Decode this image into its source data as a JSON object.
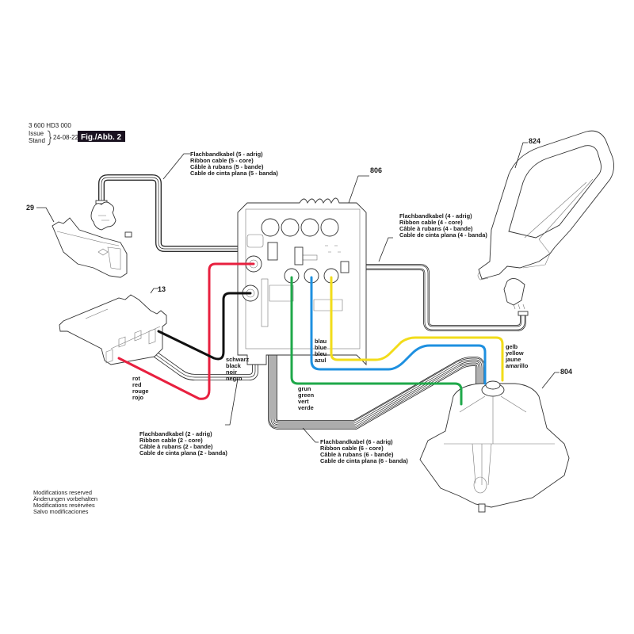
{
  "header": {
    "part_number": "3 600 HD3 000",
    "issue_label": "Issue",
    "stand_label": "Stand",
    "date": "24-08-22",
    "figure_label": "Fig./Abb. 2"
  },
  "parts": {
    "p29": "29",
    "p13": "13",
    "p806": "806",
    "p824": "824",
    "p804": "804"
  },
  "ribbon_labels": {
    "five_core": [
      "Flachbandkabel (5 - adrig)",
      "Ribbon cable (5 - core)",
      "Câble à rubans (5 - bande)",
      "Cable de cinta plana (5 - banda)"
    ],
    "four_core": [
      "Flachbandkabel (4 - adrig)",
      "Ribbon cable (4 - core)",
      "Câble à rubans (4 - bande)",
      "Cable de cinta plana (4 - banda)"
    ],
    "two_core": [
      "Flachbandkabel (2 - adrig)",
      "Ribbon cable (2 - core)",
      "Câble à rubans (2 - bande)",
      "Cable de cinta plana (2 - banda)"
    ],
    "six_core": [
      "Flachbandkabel (6 - adrig)",
      "Ribbon cable (6 - core)",
      "Câble à rubans (6 - bande)",
      "Cable de cinta plana (6 - banda)"
    ]
  },
  "wire_labels": {
    "red": [
      "rot",
      "red",
      "rouge",
      "rojo"
    ],
    "black": [
      "schwarz",
      "black",
      "noir",
      "negro"
    ],
    "blue": [
      "blau",
      "blue",
      "bleu",
      "azul"
    ],
    "green": [
      "grun",
      "green",
      "vert",
      "verde"
    ],
    "yellow": [
      "gelb",
      "yellow",
      "jaune",
      "amarillo"
    ]
  },
  "wire_colors": {
    "red": "#e8203f",
    "black": "#111111",
    "blue": "#1e90e0",
    "green": "#1fa84a",
    "yellow": "#f2dc1a"
  },
  "footer": [
    "Modifications reserved",
    "Änderungen vorbehalten",
    "Modifications resérvées",
    "Salvo modificaciones"
  ]
}
